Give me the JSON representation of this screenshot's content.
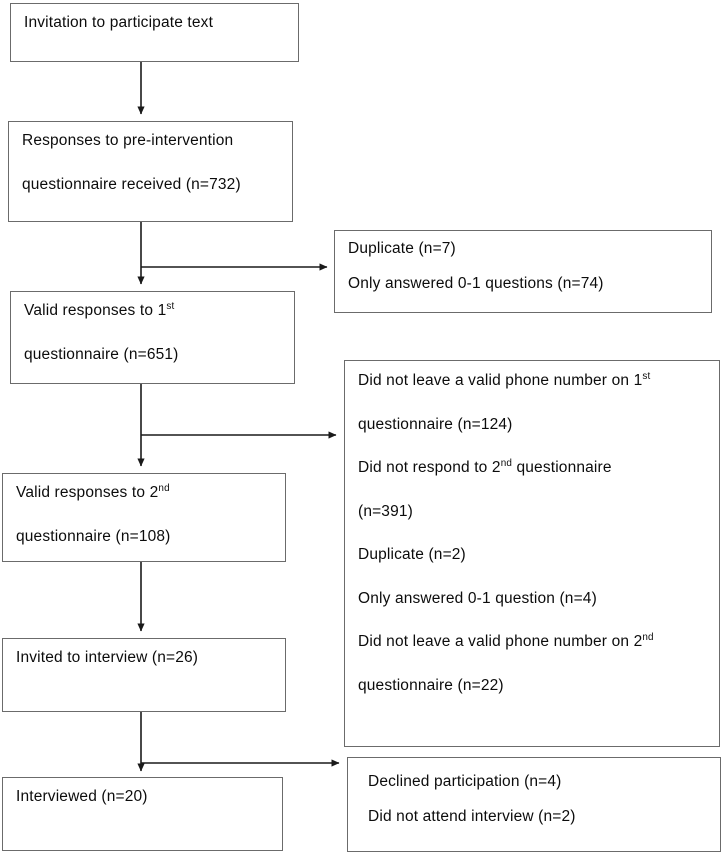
{
  "diagram": {
    "title": "Participant flow diagram",
    "type": "flowchart",
    "line_color": "#6b6b6b",
    "arrow_color": "#1a1a1a",
    "text_color": "#0c0c0c",
    "background": "#ffffff"
  },
  "nodes": {
    "invitation": {
      "lines": [
        "Invitation to participate text"
      ]
    },
    "pre_intervention": {
      "line1": "Responses to pre-intervention",
      "line2": "questionnaire received (n=732)"
    },
    "valid_first": {
      "line1_a": "Valid responses to 1",
      "line1_sup": "st",
      "line2": "questionnaire (n=651)"
    },
    "valid_second": {
      "line1_a": "Valid responses to 2",
      "line1_sup": "nd",
      "line2": "questionnaire (n=108)"
    },
    "invited": {
      "line1": "Invited to interview (n=26)"
    },
    "interviewed": {
      "line1": "Interviewed (n=20)"
    }
  },
  "exclusions": {
    "first_round": {
      "line1": "Duplicate (n=7)",
      "line2": "Only answered 0-1 questions (n=74)"
    },
    "second_round": {
      "line1_a": "Did not leave a valid phone number on 1",
      "line1_sup": "st",
      "line2": "questionnaire (n=124)",
      "line3_a": "Did not respond to 2",
      "line3_sup": "nd",
      "line3_b": " questionnaire",
      "line4": "(n=391)",
      "line5": "Duplicate (n=2)",
      "line6": "Only answered 0-1 question (n=4)",
      "line7_a": "Did not leave a valid phone number on 2",
      "line7_sup": "nd",
      "line8": "questionnaire (n=22)"
    },
    "interview_round": {
      "line1": "Declined participation (n=4)",
      "line2": "Did not attend interview (n=2)"
    }
  },
  "chart_data": {
    "type": "flow",
    "title": "Participant recruitment flow",
    "stages": [
      {
        "label": "Invitation to participate text",
        "n": null
      },
      {
        "label": "Responses to pre-intervention questionnaire received",
        "n": 732
      },
      {
        "label": "Valid responses to 1st questionnaire",
        "n": 651
      },
      {
        "label": "Valid responses to 2nd questionnaire",
        "n": 108
      },
      {
        "label": "Invited to interview",
        "n": 26
      },
      {
        "label": "Interviewed",
        "n": 20
      }
    ],
    "exclusions": [
      {
        "after_stage": "Responses to pre-intervention questionnaire received",
        "reasons": [
          {
            "label": "Duplicate",
            "n": 7
          },
          {
            "label": "Only answered 0-1 questions",
            "n": 74
          }
        ]
      },
      {
        "after_stage": "Valid responses to 1st questionnaire",
        "reasons": [
          {
            "label": "Did not leave a valid phone number on 1st questionnaire",
            "n": 124
          },
          {
            "label": "Did not respond to 2nd questionnaire",
            "n": 391
          },
          {
            "label": "Duplicate",
            "n": 2
          },
          {
            "label": "Only answered 0-1 question",
            "n": 4
          },
          {
            "label": "Did not leave a valid phone number on 2nd questionnaire",
            "n": 22
          }
        ]
      },
      {
        "after_stage": "Invited to interview",
        "reasons": [
          {
            "label": "Declined participation",
            "n": 4
          },
          {
            "label": "Did not attend interview",
            "n": 2
          }
        ]
      }
    ]
  }
}
